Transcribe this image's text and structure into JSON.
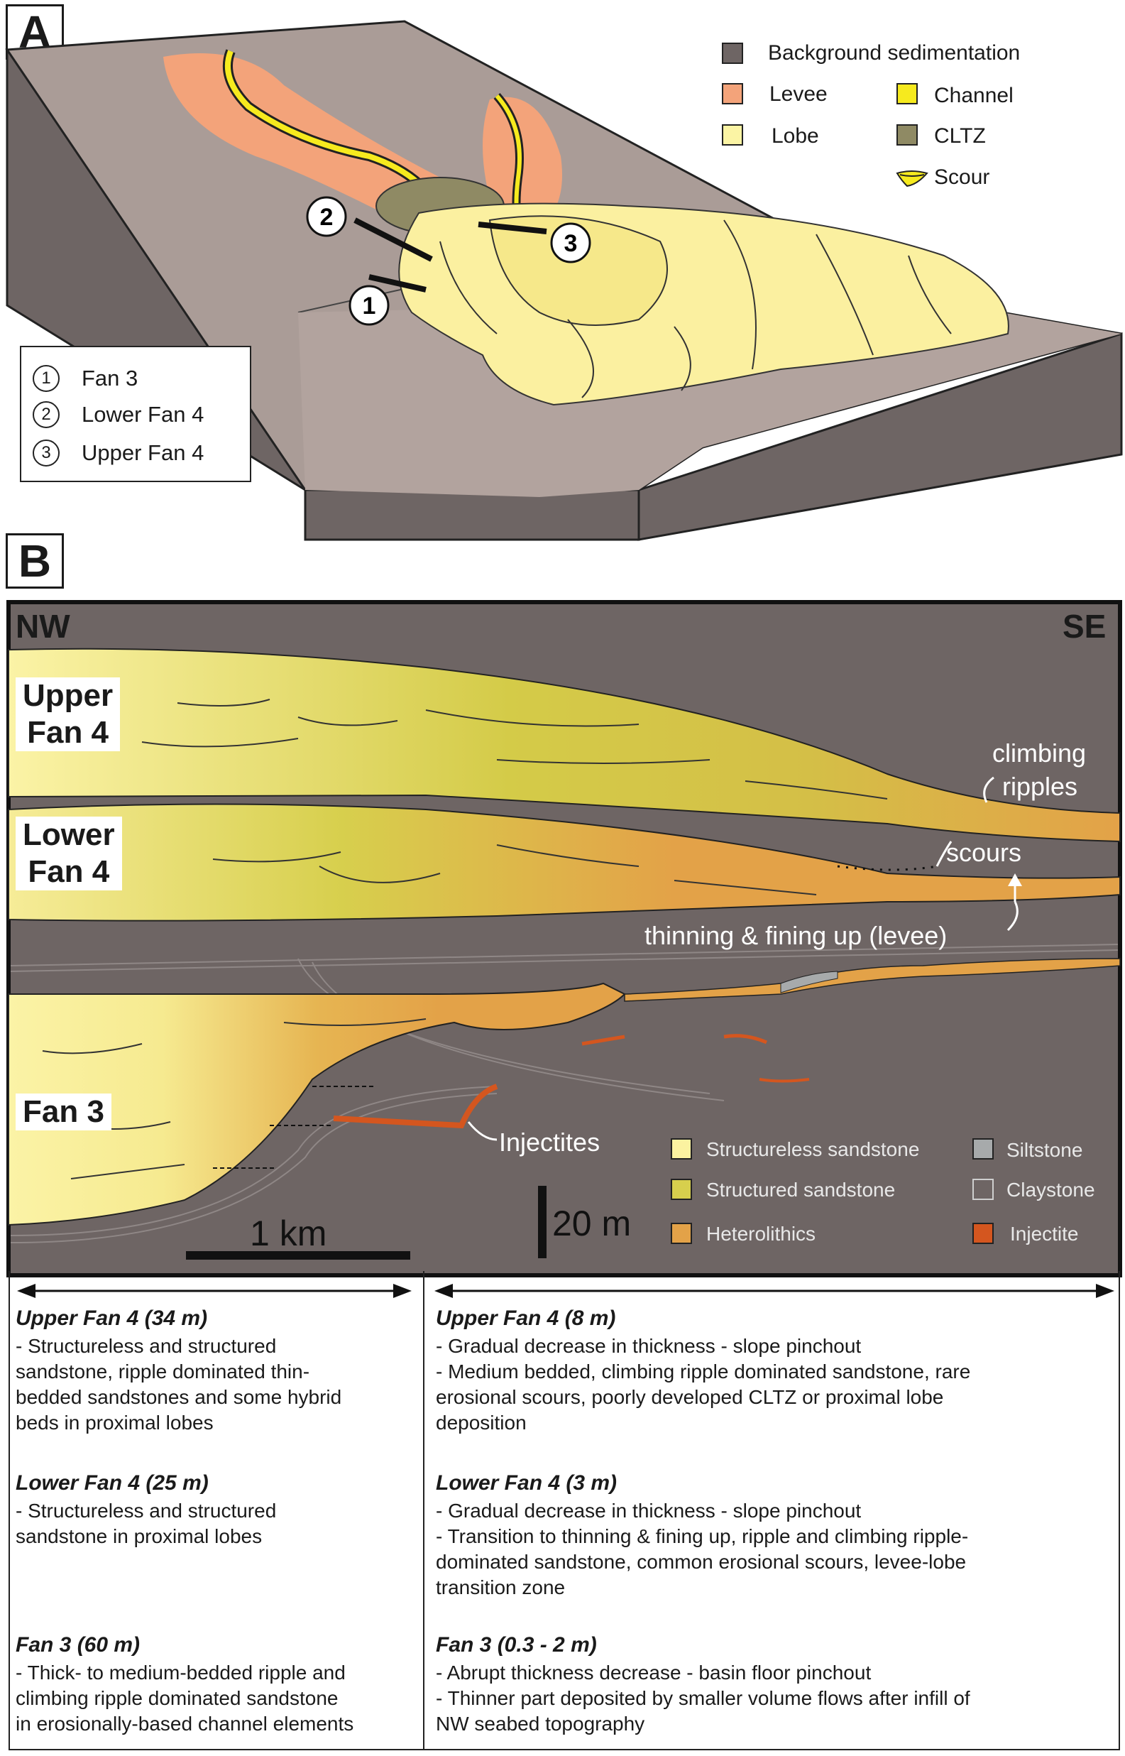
{
  "panel_a": {
    "label": "A",
    "legend": [
      {
        "label": "Background sedimentation",
        "color": "#6e6564"
      },
      {
        "label": "Levee",
        "color": "#f3a37a"
      },
      {
        "label": "Channel",
        "color": "#f6ea1e"
      },
      {
        "label": "Lobe",
        "color": "#fbf4a4"
      },
      {
        "label": "CLTZ",
        "color": "#8f8a64"
      },
      {
        "label": "Scour",
        "color": "#6a6a55"
      }
    ],
    "markers": [
      "1",
      "2",
      "3"
    ],
    "key": [
      {
        "num": "1",
        "label": "Fan 3"
      },
      {
        "num": "2",
        "label": "Lower Fan 4"
      },
      {
        "num": "3",
        "label": "Upper Fan 4"
      }
    ]
  },
  "panel_b": {
    "label": "B",
    "nw": "NW",
    "se": "SE",
    "fans": {
      "upper_line1": "Upper",
      "upper_line2": "Fan 4",
      "lower_line1": "Lower",
      "lower_line2": "Fan 4",
      "fan3": "Fan 3"
    },
    "annotations": {
      "climbing_line1": "climbing",
      "climbing_line2": "ripples",
      "scours": "scours",
      "thinning": "thinning & fining up (levee)",
      "injectites": "Injectites"
    },
    "scale_h": "1 km",
    "scale_v": "20 m",
    "legend": [
      {
        "label": "Structureless sandstone",
        "color": "#fbf2a0"
      },
      {
        "label": "Siltstone",
        "color": "#a7aaab"
      },
      {
        "label": "Structured sandstone",
        "color": "#d7cf4d"
      },
      {
        "label": "Claystone",
        "color": "#6e6564"
      },
      {
        "label": "Heterolithics",
        "color": "#e3a248"
      },
      {
        "label": "Injectite",
        "color": "#d4561f"
      }
    ]
  },
  "table": {
    "left": [
      {
        "title": "Upper Fan 4 (34 m)",
        "body": "- Structureless and structured\nsandstone, ripple dominated thin-\nbedded sandstones and some hybrid\nbeds in proximal lobes"
      },
      {
        "title": "Lower Fan 4 (25 m)",
        "body": "- Structureless and structured\nsandstone in proximal lobes"
      },
      {
        "title": "Fan 3 (60 m)",
        "body": "- Thick- to medium-bedded ripple and\nclimbing ripple dominated sandstone\nin erosionally-based channel elements"
      }
    ],
    "right": [
      {
        "title": "Upper Fan 4 (8 m)",
        "body": "- Gradual decrease in thickness - slope pinchout\n- Medium bedded, climbing ripple dominated sandstone, rare\nerosional scours, poorly developed CLTZ or proximal lobe\ndeposition"
      },
      {
        "title": "Lower Fan 4 (3 m)",
        "body": "- Gradual decrease in thickness - slope pinchout\n- Transition to thinning & fining up, ripple and climbing ripple-\ndominated sandstone, common erosional scours, levee-lobe\ntransition zone"
      },
      {
        "title": "Fan 3 (0.3 - 2 m)",
        "body": "- Abrupt thickness decrease - basin floor pinchout\n- Thinner part deposited by smaller volume flows after infill of\nNW seabed topography"
      }
    ]
  }
}
